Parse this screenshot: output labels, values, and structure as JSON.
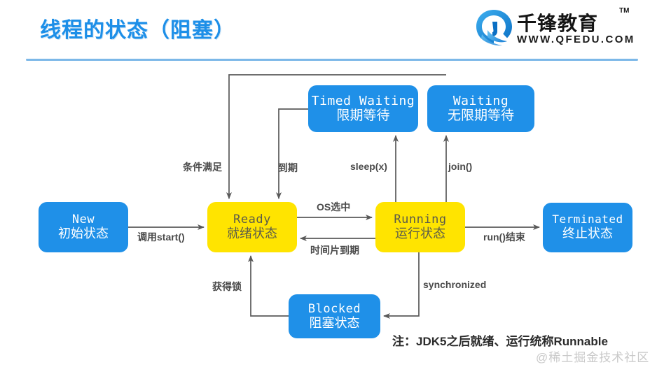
{
  "slide": {
    "title": "线程的状态（阻塞）",
    "title_color": "#1d8fe8",
    "rule_color": "#7cb8e8",
    "background": "#ffffff"
  },
  "logo": {
    "brand_cn": "千锋教育",
    "trademark": "TM",
    "url": "WWW.QFEDU.COM",
    "mark_color": "#1f90e8"
  },
  "diagram": {
    "node_colors": {
      "blue": "#1f90e8",
      "blue_text": "#ffffff",
      "yellow": "#ffe400",
      "yellow_text": "#5b5b4a",
      "edge": "#595959"
    },
    "nodes": [
      {
        "id": "new",
        "en": "New",
        "cn": "初始状态",
        "style": "blue"
      },
      {
        "id": "ready",
        "en": "Ready",
        "cn": "就绪状态",
        "style": "yellow"
      },
      {
        "id": "running",
        "en": "Running",
        "cn": "运行状态",
        "style": "yellow"
      },
      {
        "id": "terminated",
        "en": "Terminated",
        "cn": "终止状态",
        "style": "blue"
      },
      {
        "id": "timed",
        "en": "Timed Waiting",
        "cn": "限期等待",
        "style": "blue"
      },
      {
        "id": "waiting",
        "en": "Waiting",
        "cn": "无限期等待",
        "style": "blue"
      },
      {
        "id": "blocked",
        "en": "Blocked",
        "cn": "阻塞状态",
        "style": "blue"
      }
    ],
    "edges": [
      {
        "id": "start",
        "from": "new",
        "to": "ready",
        "label": "调用start()"
      },
      {
        "id": "os",
        "from": "ready",
        "to": "running",
        "label": "OS选中"
      },
      {
        "id": "slice",
        "from": "running",
        "to": "ready",
        "label": "时间片到期"
      },
      {
        "id": "runend",
        "from": "running",
        "to": "terminated",
        "label": "run()结束"
      },
      {
        "id": "sleep",
        "from": "running",
        "to": "timed",
        "label": "sleep(x)"
      },
      {
        "id": "join",
        "from": "running",
        "to": "waiting",
        "label": "join()"
      },
      {
        "id": "expire",
        "from": "timed",
        "to": "ready",
        "label": "到期"
      },
      {
        "id": "cond",
        "from": "waiting",
        "to": "ready",
        "label": "条件满足"
      },
      {
        "id": "sync",
        "from": "running",
        "to": "blocked",
        "label": "synchronized"
      },
      {
        "id": "lock",
        "from": "blocked",
        "to": "ready",
        "label": "获得锁"
      }
    ]
  },
  "footer": {
    "note": "注：JDK5之后就绪、运行统称Runnable",
    "watermark": "@稀土掘金技术社区"
  }
}
